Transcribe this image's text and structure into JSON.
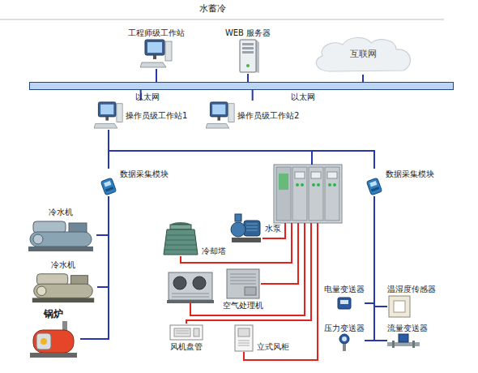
{
  "diagram": {
    "title": "水蓄冷",
    "nodes": [
      {
        "text": [
          "工程师级工作站"
        ]
      },
      {
        "text": [
          "WEB 服务器"
        ]
      },
      {
        "text": [
          "互联网"
        ]
      },
      {
        "text": [
          "以太网",
          "以太网"
        ]
      },
      {
        "text": [
          "操作员级工作站1"
        ]
      },
      {
        "text": [
          "操作员级工作站2"
        ]
      },
      {
        "text": [
          "数据采集模块"
        ]
      },
      {
        "text": [
          "数据采集模块"
        ]
      },
      {
        "text": [
          "冷水机"
        ]
      },
      {
        "text": [
          "冷却塔"
        ]
      },
      {
        "text": [
          "水泵"
        ]
      },
      {
        "text": [
          "冷水机"
        ]
      },
      {
        "text": [
          "空气处理机"
        ]
      },
      {
        "text": [
          "锅炉"
        ]
      },
      {
        "text": [
          "风机盘管"
        ]
      },
      {
        "text": [
          "立式风柜"
        ]
      },
      {
        "text": [
          "电量变送器"
        ]
      },
      {
        "text": [
          "温湿度传感器"
        ]
      },
      {
        "text": [
          "压力变送器"
        ]
      },
      {
        "text": [
          "流量变送器"
        ]
      }
    ],
    "edges": [
      {
        "from": 0,
        "to": 3,
        "arrow": "none"
      },
      {
        "from": 1,
        "to": 3,
        "arrow": "none"
      },
      {
        "from": 2,
        "to": 3,
        "arrow": "none"
      },
      {
        "from": 3,
        "to": 4,
        "arrow": "none"
      },
      {
        "from": 3,
        "to": 5,
        "arrow": "none"
      },
      {
        "from": 4,
        "to": 6,
        "arrow": "none"
      },
      {
        "from": 4,
        "to": 7,
        "arrow": "none"
      },
      {
        "from": 6,
        "to": 8,
        "arrow": "none"
      },
      {
        "from": 6,
        "to": 11,
        "arrow": "none"
      },
      {
        "from": 6,
        "to": 13,
        "arrow": "none"
      },
      {
        "from": 7,
        "to": 16,
        "arrow": "none"
      },
      {
        "from": 7,
        "to": 17,
        "arrow": "none"
      },
      {
        "from": 7,
        "to": 18,
        "arrow": "none"
      },
      {
        "from": 7,
        "to": 19,
        "arrow": "none"
      }
    ]
  }
}
